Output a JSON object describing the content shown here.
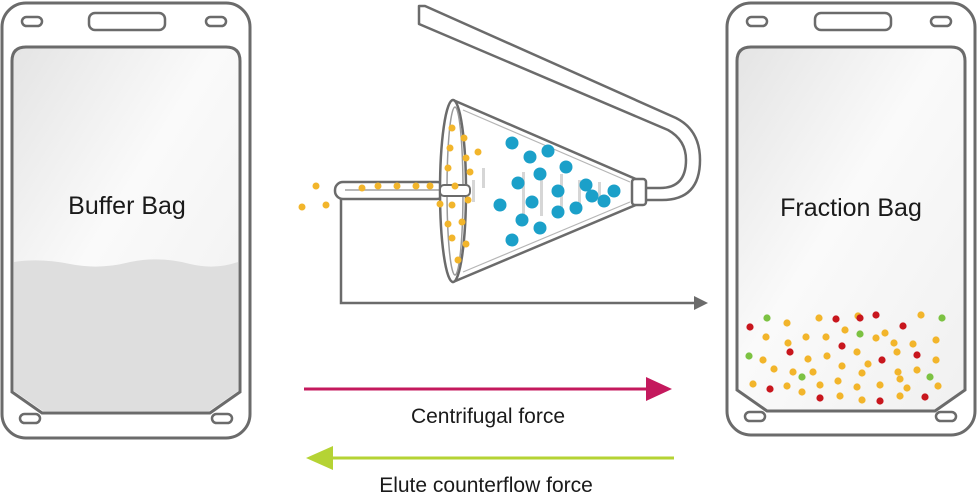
{
  "labels": {
    "buffer_bag": "Buffer Bag",
    "fraction_bag": "Fraction Bag",
    "centrifugal_force": "Centrifugal force",
    "elute_counterflow_force": "Elute counterflow force"
  },
  "colors": {
    "outline": "#6b6b6b",
    "bag_fill": "#f3f3f3",
    "liquid": "#dcdcdc",
    "yellow_cell": "#f2b52b",
    "blue_cell": "#1ba0c9",
    "red_cell": "#c8161d",
    "green_cell": "#7cc242",
    "centrifugal_arrow": "#c4195d",
    "counterflow_arrow": "#b5d334",
    "flow_line": "#6b6b6b"
  }
}
